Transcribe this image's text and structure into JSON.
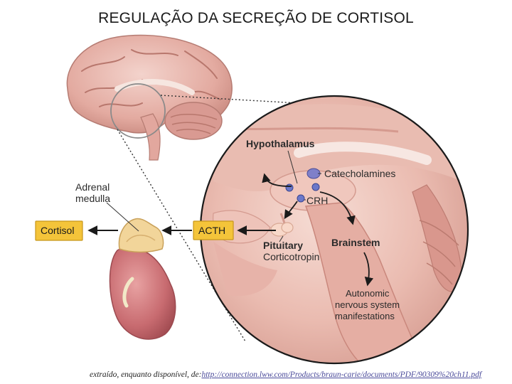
{
  "title": "REGULAÇÃO DA SECREÇÃO DE CORTISOL",
  "labels": {
    "hypothalamus": "Hypothalamus",
    "catecholamines": "Catecholamines",
    "crh": "CRH",
    "pituitary": "Pituitary",
    "corticotropin": "Corticotropin",
    "brainstem": "Brainstem",
    "autonomic_1": "Autonomic",
    "autonomic_2": "nervous system",
    "autonomic_3": "manifestations",
    "adrenal_1": "Adrenal",
    "adrenal_2": "medulla"
  },
  "boxes": {
    "acth": "ACTH",
    "cortisol": "Cortisol"
  },
  "colors": {
    "box_fill": "#f4c43a",
    "box_stroke": "#c8961a",
    "brain_tissue": "#e8b4aa",
    "kidney": "#c76f72",
    "hormone_dot": "#6b78c9"
  },
  "source": {
    "prefix": "extraído, enquanto disponível, de:",
    "link": "http://connection.lww.com/Products/braun-carie/documents/PDF/90309%20ch11.pdf"
  }
}
